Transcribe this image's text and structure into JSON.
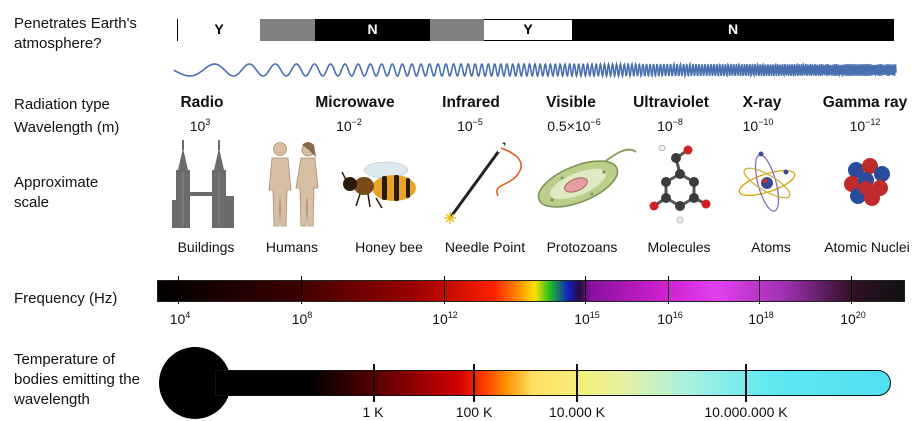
{
  "rows": {
    "atmosphere_label": "Penetrates Earth's atmosphere?",
    "radiation_type_label": "Radiation type",
    "wavelength_label": "Wavelength (m)",
    "scale_label": "Approximate scale",
    "frequency_label": "Frequency (Hz)",
    "temperature_label": "Temperature of bodies emitting the wavelength"
  },
  "atmosphere": {
    "segments": [
      {
        "text": "Y",
        "color": "#ffffff"
      },
      {
        "text": "",
        "color": "#808080"
      },
      {
        "text": "N",
        "color": "#000000"
      },
      {
        "text": "",
        "color": "#808080"
      },
      {
        "text": "Y",
        "color": "#ffffff"
      },
      {
        "text": "N",
        "color": "#000000"
      }
    ]
  },
  "radiation": [
    {
      "type": "Radio",
      "wl_base": "10",
      "wl_exp": "3",
      "scale": "Buildings",
      "icon": "buildings-icon"
    },
    {
      "type": "Microwave",
      "wl_base": "10",
      "wl_exp": "−2",
      "scale": "Humans",
      "icon": "humans-icon"
    },
    {
      "type": "",
      "wl_base": "",
      "wl_exp": "",
      "scale": "Honey bee",
      "icon": "honey-bee-icon"
    },
    {
      "type": "Infrared",
      "wl_base": "10",
      "wl_exp": "−5",
      "scale": "Needle Point",
      "icon": "needle-icon"
    },
    {
      "type": "Visible",
      "wl_base": "0.5×10",
      "wl_exp": "−6",
      "scale": "Protozoans",
      "icon": "protozoan-icon"
    },
    {
      "type": "Ultraviolet",
      "wl_base": "10",
      "wl_exp": "−8",
      "scale": "Molecules",
      "icon": "molecule-icon"
    },
    {
      "type": "X-ray",
      "wl_base": "10",
      "wl_exp": "−10",
      "scale": "Atoms",
      "icon": "atom-icon"
    },
    {
      "type": "Gamma ray",
      "wl_base": "10",
      "wl_exp": "−12",
      "scale": "Atomic Nuclei",
      "icon": "nucleus-icon"
    }
  ],
  "frequency_ticks": [
    {
      "base": "10",
      "exp": "4"
    },
    {
      "base": "10",
      "exp": "8"
    },
    {
      "base": "10",
      "exp": "12"
    },
    {
      "base": "10",
      "exp": "15"
    },
    {
      "base": "10",
      "exp": "16"
    },
    {
      "base": "10",
      "exp": "18"
    },
    {
      "base": "10",
      "exp": "20"
    }
  ],
  "temperature_ticks": [
    "1 K",
    "100 K",
    "10.000 K",
    "10.000.000 K"
  ],
  "colors": {
    "wave": "#4a6fb0",
    "bar_end": "#1a1a1a",
    "thermo_end": "#4fe0f0"
  }
}
